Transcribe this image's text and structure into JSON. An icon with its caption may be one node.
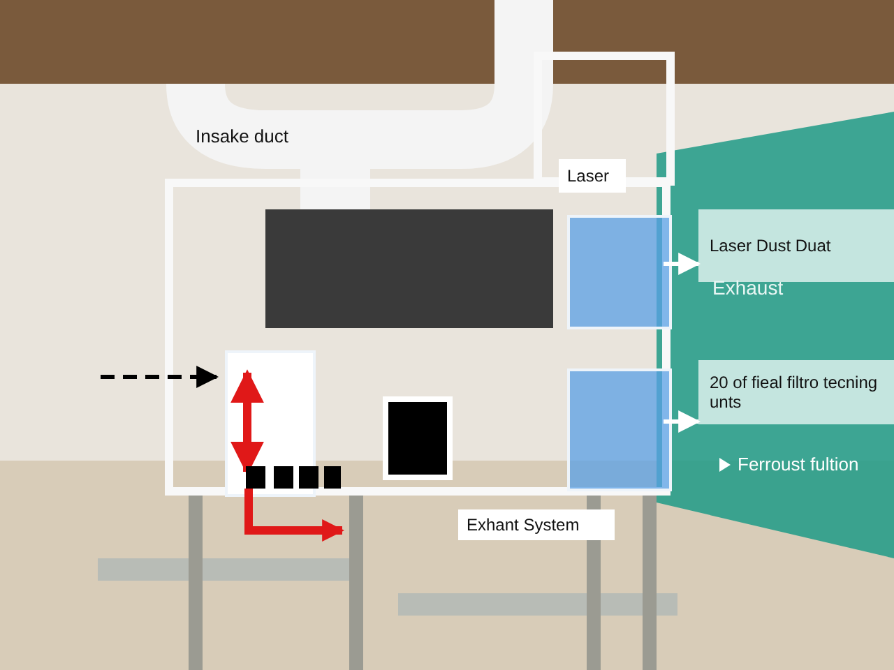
{
  "diagram": {
    "nodes": [
      {
        "text": [],
        "shape": "box"
      },
      {
        "text": [
          "Laser"
        ]
      },
      {
        "text": [],
        "shape": "box",
        "in": 0
      },
      {
        "text": [],
        "shape": "box",
        "in": 0
      },
      {
        "text": [],
        "shape": "box",
        "in": 0
      },
      {
        "text": [
          "Laser Dust Duat"
        ]
      },
      {
        "text": [
          "20 of fieal filtro tecning unts"
        ]
      },
      {
        "text": [
          "Exhant System"
        ]
      }
    ],
    "edges": [
      {
        "from": 2,
        "to": 5,
        "arrow": "to"
      },
      {
        "from": 3,
        "to": 6,
        "arrow": "to"
      },
      {
        "from": null,
        "to": 4,
        "arrow": "to",
        "style": "dashed",
        "color": "#000000"
      },
      {
        "from": 4,
        "to": null,
        "arrow": "to",
        "style": "thick",
        "color": "#e01818"
      }
    ],
    "labels": [
      "Insake duct",
      "Exhaust",
      "Ferroust fultion"
    ]
  }
}
